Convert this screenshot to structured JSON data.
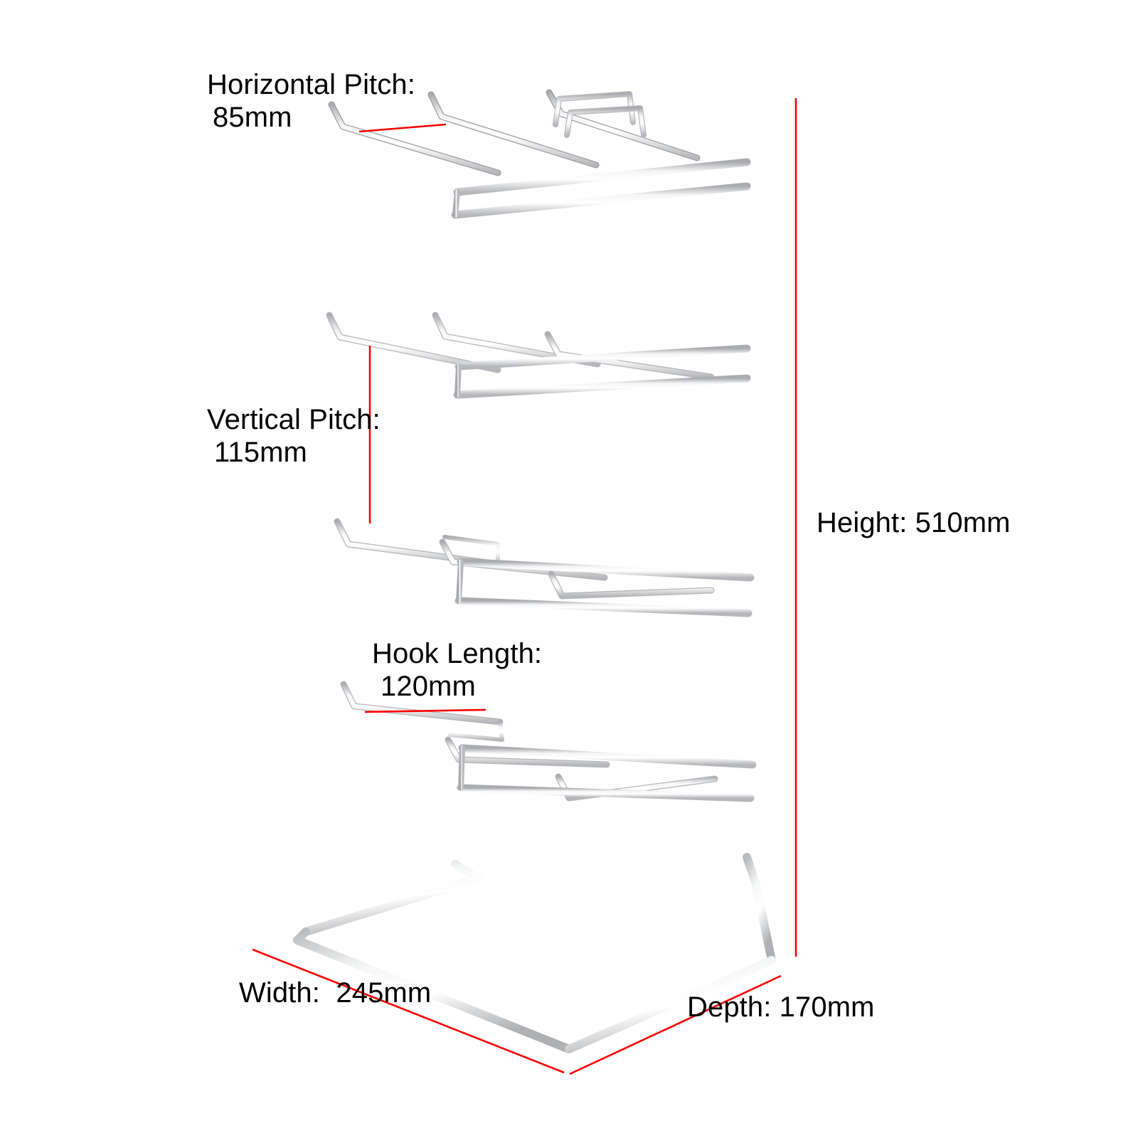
{
  "diagram": {
    "title": "Wire Display Rack Dimension Diagram",
    "product": "4-tier countertop wire hook display rack",
    "background_color": "#ffffff",
    "wire_color": "#d9dadc",
    "wire_shadow_color": "#9a9c9f",
    "dimension_line_color": "#ff0000",
    "text_color": "#000000"
  },
  "annotations": {
    "horizontal_pitch": {
      "label": "Horizontal Pitch:",
      "value": "85mm",
      "measure": 85,
      "unit": "mm",
      "leader": "horizontal-red-line-between-hook-1-and-hook-2"
    },
    "vertical_pitch": {
      "label": "Vertical Pitch:",
      "value": "115mm",
      "measure": 115,
      "unit": "mm",
      "leader": "vertical-red-line-between-tier-2-and-tier-3"
    },
    "hook_length": {
      "label": "Hook Length:",
      "value": "120mm",
      "measure": 120,
      "unit": "mm",
      "leader": "horizontal-red-line-along-bottom-tier-hook"
    },
    "height": {
      "label": "Height: 510mm",
      "measure": 510,
      "unit": "mm",
      "leader": "vertical-red-line-right-side"
    },
    "width": {
      "label": "Width:  245mm",
      "measure": 245,
      "unit": "mm",
      "leader": "diagonal-red-line-left-base-edge"
    },
    "depth": {
      "label": "Depth: 170mm",
      "measure": 170,
      "unit": "mm",
      "leader": "diagonal-red-line-right-base-edge"
    }
  },
  "structure": {
    "tiers": 4,
    "hooks_per_tier": 3,
    "base_shape": "V-shaped wire foot",
    "rails_per_tier": 2
  }
}
